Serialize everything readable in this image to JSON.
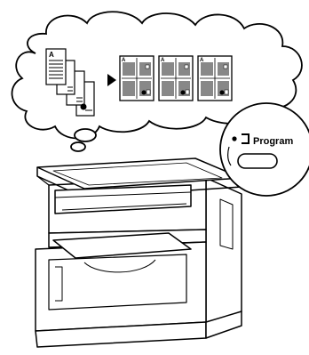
{
  "diagram": {
    "title": "",
    "stacked_page_letter": "A",
    "output_page_letter": "A",
    "program_button_label": "Program",
    "combine_arrow_icon": "play-arrow-icon",
    "program_indicator_icon": "program-indicator-icon",
    "stroke_color": "#000000",
    "fill_color": "#ffffff"
  }
}
